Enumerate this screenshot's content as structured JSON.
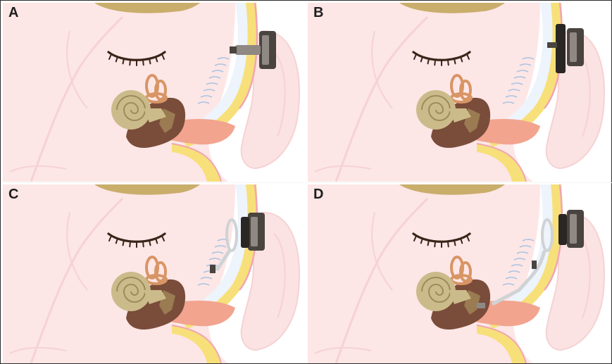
{
  "panels": [
    {
      "id": "panel-a",
      "label": "A",
      "variant": "abutment"
    },
    {
      "id": "panel-b",
      "label": "B",
      "variant": "headband"
    },
    {
      "id": "panel-c",
      "label": "C",
      "variant": "transcutaneous-active"
    },
    {
      "id": "panel-d",
      "label": "D",
      "variant": "active-middle-ear"
    }
  ],
  "colors": {
    "skin": "#fde6e6",
    "skin_shadow": "#f6d2d3",
    "hair": "#c9ad6b",
    "eyelash": "#3b2418",
    "cochlea": "#cbbb8a",
    "cochlea_line": "#9c8b5b",
    "canals": "#d89565",
    "ossicles": "#9a7b52",
    "middle_ear": "#7a4c3a",
    "ear_canal": "#f2a48f",
    "fat_layer": "#f7e07a",
    "bone_white": "#eef4fb",
    "wave_blue": "#a9c4e2",
    "pink_line": "#f1a6b1",
    "processor_dark": "#4a4440",
    "processor_light": "#8f8883",
    "implant_gray": "#cfd3d6",
    "label_text": "#1f1f1f"
  }
}
